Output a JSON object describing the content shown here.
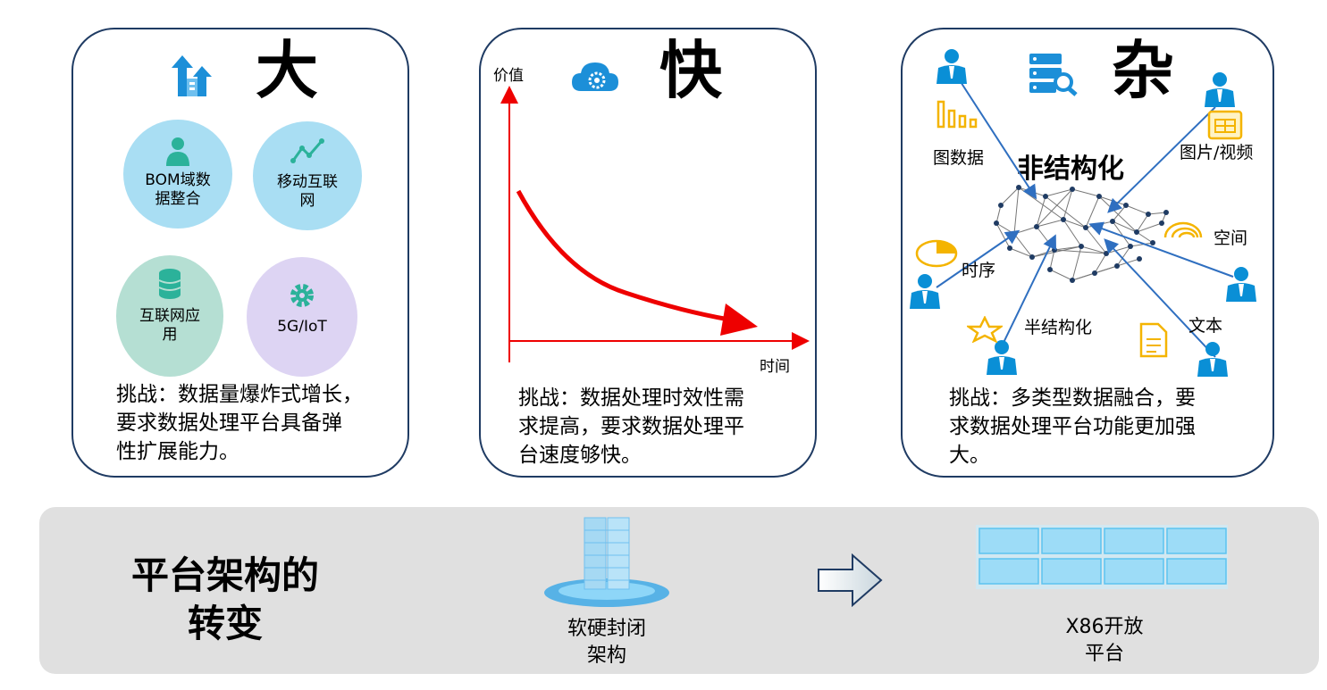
{
  "panels": {
    "big": {
      "title": "大",
      "circles": [
        {
          "label_l1": "BOM域数",
          "label_l2": "据整合",
          "icon": "person-icon",
          "color": "#a9def3"
        },
        {
          "label_l1": "移动互联",
          "label_l2": "网",
          "icon": "trend-line-icon",
          "color": "#a9def3"
        },
        {
          "label_l1": "互联网应",
          "label_l2": "用",
          "icon": "database-icon",
          "color": "#b5dfd3"
        },
        {
          "label_l1": "5G/IoT",
          "label_l2": "",
          "icon": "gear-icon",
          "color": "#ddd4f3"
        }
      ],
      "challenge_l1": "挑战：数据量爆炸式增长，",
      "challenge_l2": "要求数据处理平台具备弹",
      "challenge_l3": "性扩展能力。"
    },
    "fast": {
      "title": "快",
      "y_axis_label": "价值",
      "x_axis_label": "时间",
      "challenge_l1": "挑战：数据处理时效性需",
      "challenge_l2": "求提高，要求数据处理平",
      "challenge_l3": "台速度够快。"
    },
    "mixed": {
      "title": "杂",
      "center_label": "非结构化",
      "labels": {
        "graph": "图数据",
        "image": "图片/视频",
        "space": "空间",
        "time": "时序",
        "semi": "半结构化",
        "text": "文本"
      },
      "challenge_l1": "挑战：多类型数据融合，要",
      "challenge_l2": "求数据处理平台功能更加强",
      "challenge_l3": "大。"
    }
  },
  "bottom": {
    "title_l1": "平台架构的",
    "title_l2": "转变",
    "from_l1": "软硬封闭",
    "from_l2": "架构",
    "to_l1": "X86开放",
    "to_l2": "平台"
  },
  "colors": {
    "panel_border": "#1f3b63",
    "curve": "#ee0000",
    "network_line": "#2f6fc0",
    "icon_blue": "#0a8fd6",
    "icon_yellow": "#f4b400"
  }
}
